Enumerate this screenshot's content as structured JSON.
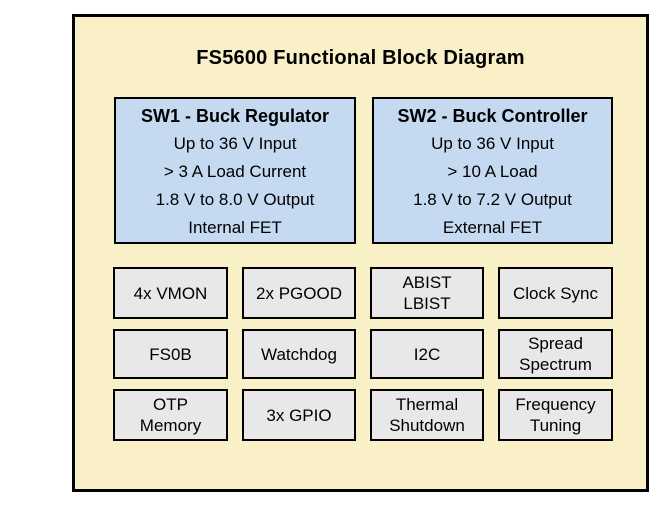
{
  "diagram": {
    "title": "FS5600 Functional Block Diagram",
    "colors": {
      "page_bg": "#ffffff",
      "canvas_bg": "#FAF0C8",
      "block_blue_bg": "#C5D9F0",
      "block_gray_bg": "#E8E8E8",
      "border": "#000000"
    },
    "sw1": {
      "title": "SW1 - Buck Regulator",
      "lines": [
        "Up to 36 V Input",
        "> 3 A Load Current",
        "1.8 V to 8.0 V Output",
        "Internal FET"
      ]
    },
    "sw2": {
      "title": "SW2 - Buck Controller",
      "lines": [
        "Up to 36 V Input",
        "> 10 A Load",
        "1.8 V to 7.2 V Output",
        "External FET"
      ]
    },
    "feature_grid": {
      "cells": [
        {
          "label": "4x VMON"
        },
        {
          "label": "2x PGOOD"
        },
        {
          "label": "ABIST\nLBIST"
        },
        {
          "label": "Clock Sync"
        },
        {
          "label": "FS0B"
        },
        {
          "label": "Watchdog"
        },
        {
          "label": "I2C"
        },
        {
          "label": "Spread\nSpectrum"
        },
        {
          "label": "OTP\nMemory"
        },
        {
          "label": "3x GPIO"
        },
        {
          "label": "Thermal\nShutdown"
        },
        {
          "label": "Frequency\nTuning"
        }
      ]
    }
  }
}
